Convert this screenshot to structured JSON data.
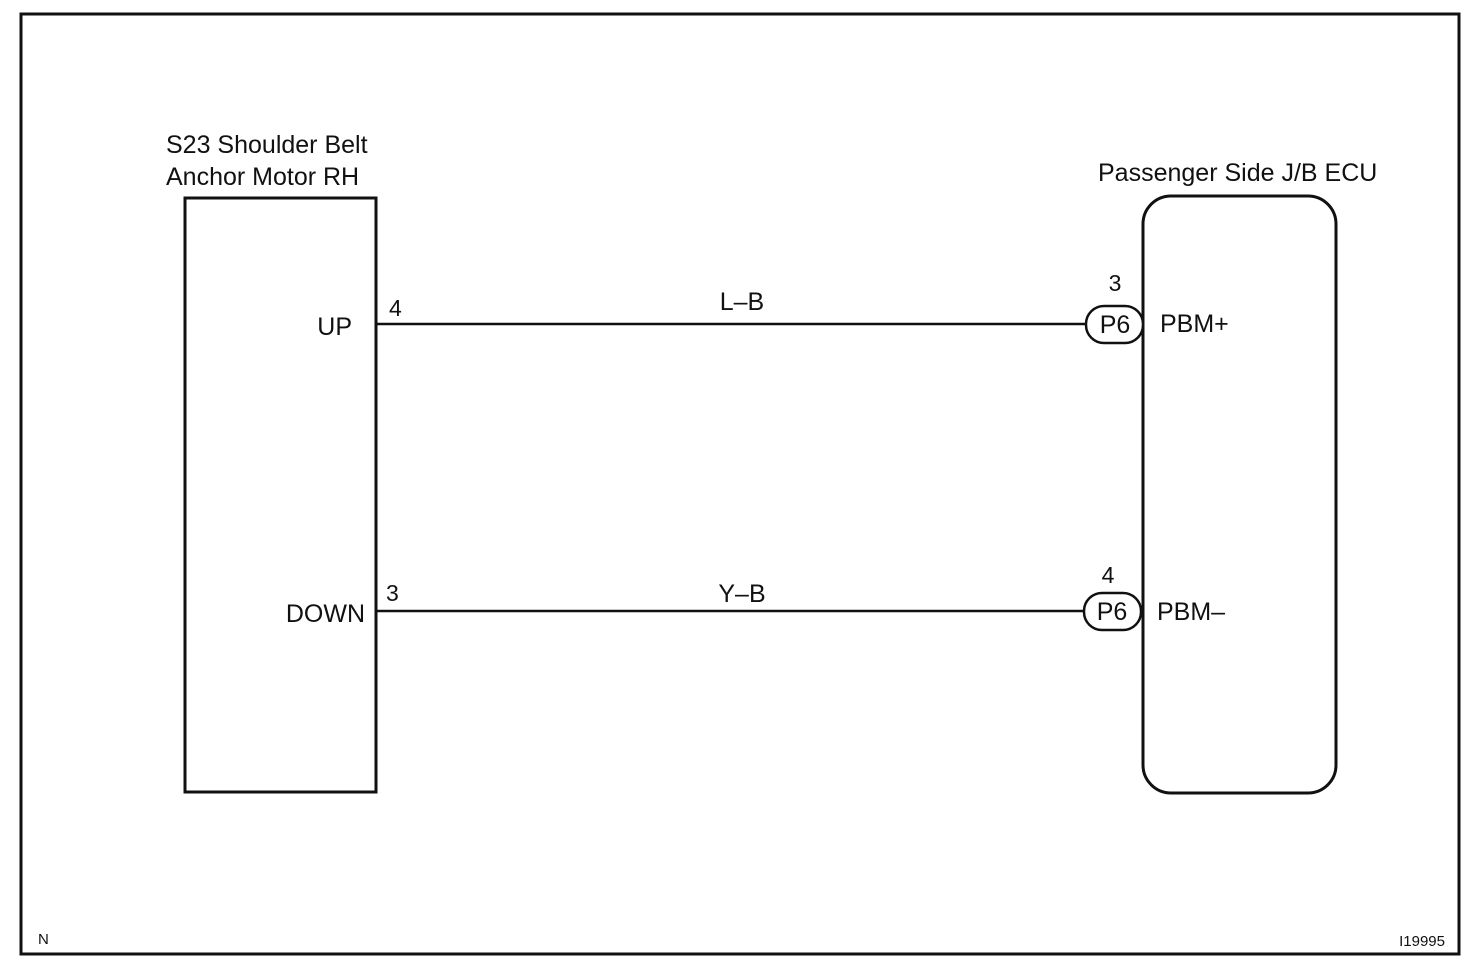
{
  "diagram": {
    "left_component": {
      "title_line1": "S23 Shoulder Belt",
      "title_line2": "Anchor Motor RH",
      "terminals": [
        {
          "name": "UP",
          "pin": "4"
        },
        {
          "name": "DOWN",
          "pin": "3"
        }
      ]
    },
    "right_component": {
      "title": "Passenger Side J/B ECU",
      "terminals": [
        {
          "name": "PBM+",
          "pin": "3",
          "connector": "P6"
        },
        {
          "name": "PBM–",
          "pin": "4",
          "connector": "P6"
        }
      ]
    },
    "wires": [
      {
        "color_code": "L–B"
      },
      {
        "color_code": "Y–B"
      }
    ],
    "corner_left": "N",
    "figure_id": "I19995"
  }
}
